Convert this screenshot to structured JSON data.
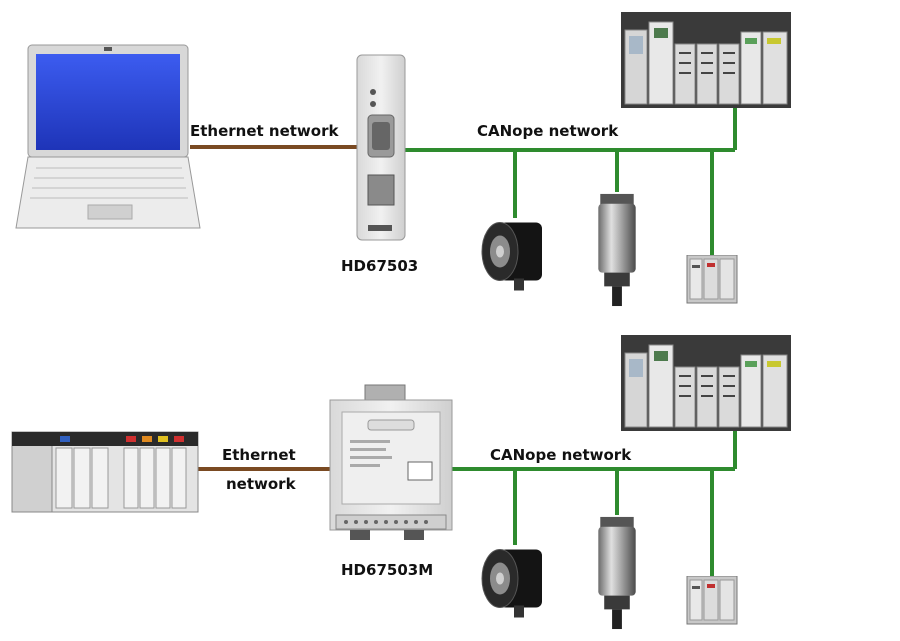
{
  "diagram": {
    "top": {
      "ethernet_label": "Ethernet network",
      "canopen_label": "CANope network",
      "gateway_label": "HD67503"
    },
    "bottom": {
      "ethernet_label_line1": "Ethernet",
      "ethernet_label_line2": "network",
      "canopen_label": "CANope network",
      "gateway_label": "HD67503M"
    },
    "colors": {
      "ethernet_cable": "#7a4a22",
      "canopen_bus": "#2e8b2e",
      "laptop_screen": "#2b47d6",
      "device_body": "#e6e6e6"
    },
    "icons": [
      "laptop-icon",
      "gateway-hd67503-icon",
      "plc-rack-icon",
      "encoder-icon",
      "motor-icon",
      "io-module-icon",
      "gateway-hd67503m-icon",
      "allen-bradley-plc-icon"
    ]
  }
}
